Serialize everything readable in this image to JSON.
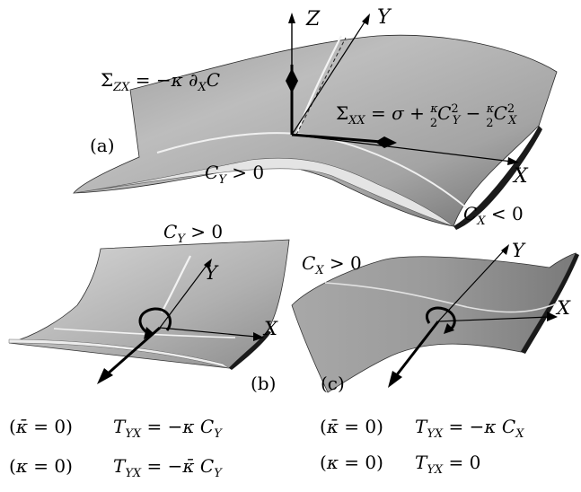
{
  "panels": {
    "a": {
      "label": "(a)",
      "axes": {
        "x": "X",
        "y": "Y",
        "z": "Z"
      },
      "sigma_zx": "Σ_ZX = −κ ∂_X C",
      "sigma_xx": "Σ_XX = σ + (κ/2)C_Y² − (κ/2)C_X²",
      "curvature_y": "C_Y > 0",
      "curvature_x": "C_X < 0"
    },
    "b": {
      "label": "(b)",
      "axes": {
        "x": "X",
        "y": "Y"
      },
      "curvature": "C_Y > 0"
    },
    "c": {
      "label": "(c)",
      "axes": {
        "x": "X",
        "y": "Y"
      },
      "curvature": "C_X > 0"
    }
  },
  "equations": {
    "b_kbar_zero": "(κ̄ = 0)   T_YX = −κ C_Y",
    "b_kappa_zero": "(κ = 0)   T_YX = −κ̄ C_Y",
    "c_kbar_zero": "(κ̄ = 0)   T_YX = −κ C_X",
    "c_kappa_zero": "(κ = 0)   T_YX = 0"
  },
  "colors": {
    "surface_light": "#d6d6d6",
    "surface_dark": "#6c6c6c",
    "edge": "#1a1a1a",
    "ink": "#000000"
  }
}
